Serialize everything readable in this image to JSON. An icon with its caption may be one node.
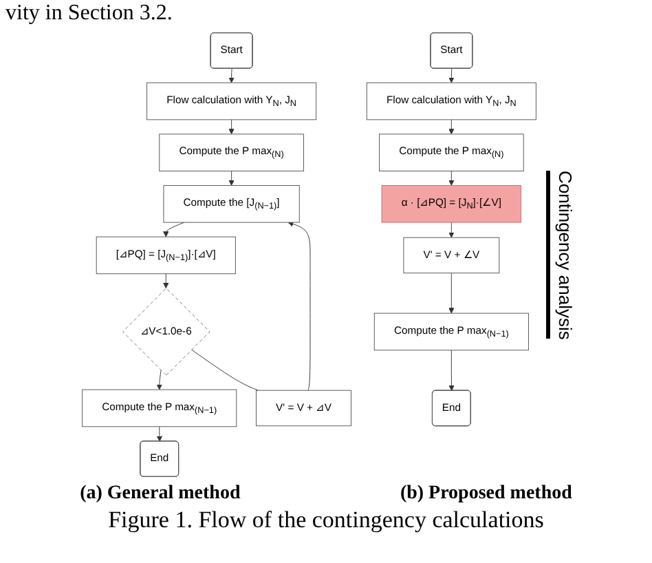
{
  "diagram": {
    "caption": "Figure 1. Flow of the contingency calculations",
    "nodes": [
      {
        "text": [
          "Start"
        ]
      },
      {
        "text": [
          "Flow calculation with Y$_{N}$, J$_{N}$"
        ]
      },
      {
        "text": [
          "Compute the P max$_{(N)}$"
        ]
      },
      {
        "text": [
          "Compute the [J$_{(N−1)}$]"
        ]
      },
      {
        "text": [
          "V' = V + ⊿V"
        ]
      },
      {
        "text": [
          "[⊿PQ] = [J$_{(N−1)}$]·[⊿V]"
        ]
      },
      {
        "text": [
          "⊿V<1.0e-6"
        ]
      },
      {
        "text": [
          "Compute the P max$_{(N−1)}$"
        ]
      },
      {
        "text": [
          "End"
        ]
      },
      {
        "text": [
          "Start"
        ]
      },
      {
        "text": [
          "Flow calculation with Y$_{N}$, J$_{N}$"
        ]
      },
      {
        "text": [
          "Compute the P max$_{(N)}$"
        ]
      },
      {
        "text": [
          "α · [⊿PQ] = [J$_{N}$]·[∠V]"
        ]
      },
      {
        "text": [
          "V' = V + ∠V"
        ]
      },
      {
        "text": [
          "Compute the P max$_{(N−1)}$"
        ]
      },
      {
        "text": [
          "End"
        ]
      }
    ],
    "edges": [
      {
        "from": 0,
        "to": 1,
        "arrow": "to"
      },
      {
        "from": 1,
        "to": 2,
        "arrow": "to"
      },
      {
        "from": 2,
        "to": 3,
        "arrow": "to"
      },
      {
        "from": 3,
        "to": 5,
        "arrow": "to"
      },
      {
        "from": 5,
        "to": 6,
        "arrow": "to"
      },
      {
        "from": 6,
        "to": 7,
        "arrow": "to"
      },
      {
        "from": 7,
        "to": 8,
        "arrow": "to"
      },
      {
        "from": 6,
        "to": 4,
        "arrow": "none"
      },
      {
        "from": 4,
        "to": 3,
        "arrow": "to"
      },
      {
        "from": 9,
        "to": 10,
        "arrow": "to"
      },
      {
        "from": 10,
        "to": 11,
        "arrow": "to"
      },
      {
        "from": 11,
        "to": 12,
        "arrow": "to"
      },
      {
        "from": 12,
        "to": 13,
        "arrow": "to"
      },
      {
        "from": 13,
        "to": 14,
        "arrow": "to"
      },
      {
        "from": 14,
        "to": 15,
        "arrow": "to"
      }
    ],
    "labels": [
      "vity in Section 3.2.",
      "Contingency analysis",
      "(a) General method",
      "(b) Proposed method"
    ]
  }
}
